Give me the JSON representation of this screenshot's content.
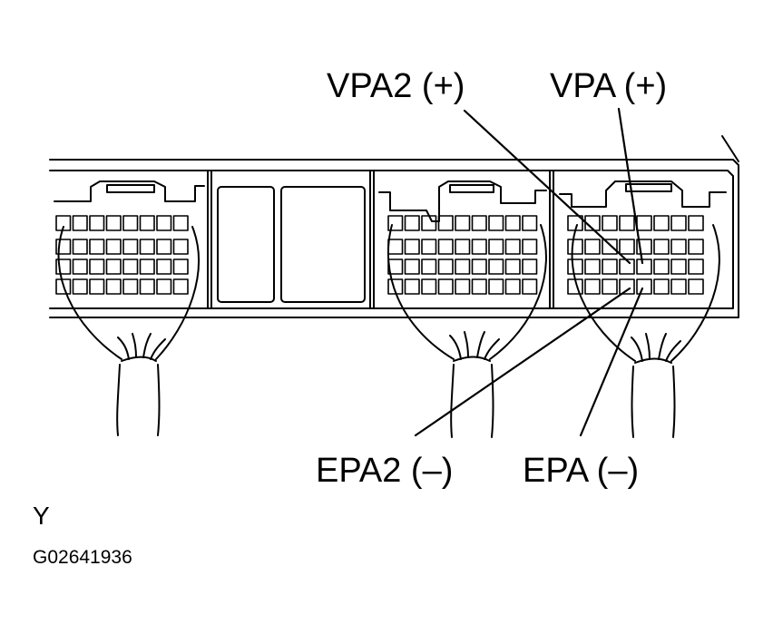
{
  "labels": {
    "vpa2": "VPA2 (+)",
    "vpa": "VPA (+)",
    "epa2": "EPA2 (–)",
    "epa": "EPA (–)"
  },
  "corner_letter": "Y",
  "figure_code": "G02641936",
  "colors": {
    "ink": "#000000",
    "paper": "#ffffff"
  }
}
